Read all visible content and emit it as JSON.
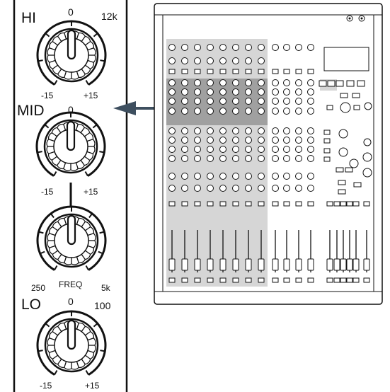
{
  "eq": {
    "hi": {
      "name": "HI",
      "top": "0",
      "top_right": "12k",
      "min": "-15",
      "max": "+15"
    },
    "mid": {
      "name": "MID",
      "top": "0",
      "min": "-15",
      "max": "+15",
      "freq_label": "FREQ",
      "freq_min": "250",
      "freq_max": "5k"
    },
    "lo": {
      "name": "LO",
      "top": "0",
      "top_right": "100",
      "min": "-15",
      "max": "+15"
    }
  },
  "colors": {
    "line": "#111111",
    "panel_fill": "#ffffff",
    "highlight_light": "#d6d6d6",
    "highlight_dark": "#a0a0a0",
    "arrow": "#3e4f5f"
  },
  "icons": {
    "knob": "rotary-knob-icon",
    "socket": "xlr-socket-icon",
    "arrow": "pointer-arrow-icon"
  }
}
